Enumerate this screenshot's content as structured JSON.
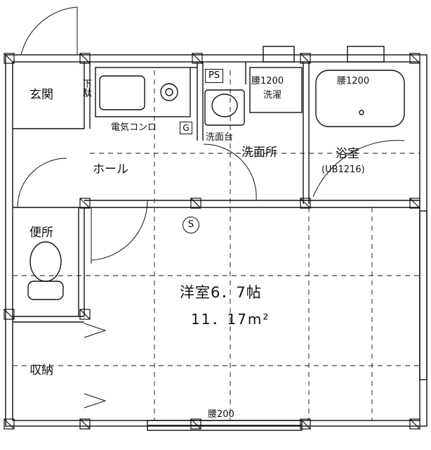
{
  "plan": {
    "rooms": {
      "entrance": "玄関",
      "shoe_box": "下駄",
      "stove": "電気コンロ",
      "stove_mark": "G",
      "ps": "PS",
      "washer_sill": "腰1200",
      "washer": "洗濯",
      "bath_sill": "腰1200",
      "basin": "洗面台",
      "washroom": "洗面所",
      "bathroom": "浴室",
      "bath_unit": "(UB1216)",
      "hall": "ホール",
      "toilet": "便所",
      "storage": "収納",
      "main_room": "洋室6．7帖",
      "main_area": "11．17m²",
      "window_sill": "腰200",
      "meter": "S"
    }
  }
}
